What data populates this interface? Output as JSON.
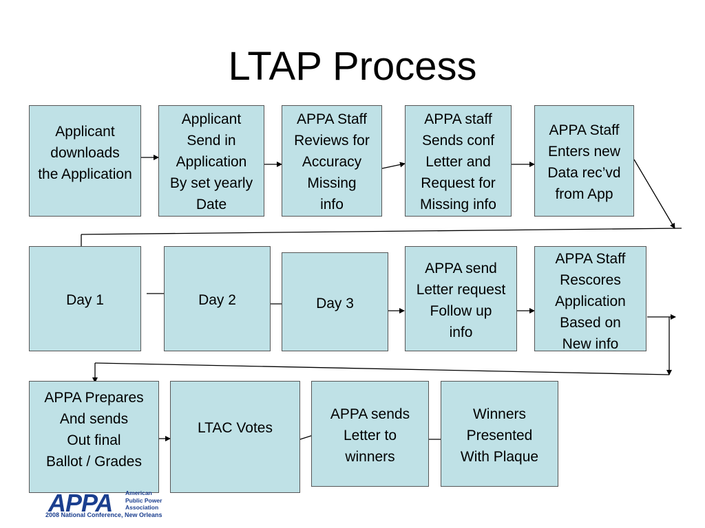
{
  "title": "LTAP Process",
  "rows": [
    [
      {
        "text": "Applicant\ndownloads\nthe Application"
      },
      {
        "text": "Applicant\nSend in\nApplication\nBy set yearly\nDate"
      },
      {
        "text": "APPA Staff\nReviews for\nAccuracy\nMissing\ninfo"
      },
      {
        "text": "APPA staff\nSends conf\nLetter and\nRequest for\nMissing info"
      },
      {
        "text": "APPA Staff\nEnters new\nData rec’vd\nfrom App"
      }
    ],
    [
      {
        "text": "Day 1"
      },
      {
        "text": "Day 2"
      },
      {
        "text": "Day 3"
      },
      {
        "text": "APPA send\nLetter request\nFollow up\ninfo"
      },
      {
        "text": "APPA Staff\nRescores\nApplication\nBased on\nNew info"
      }
    ],
    [
      {
        "text": "APPA Prepares\nAnd sends\nOut final\nBallot / Grades"
      },
      {
        "text": "LTAC Votes"
      },
      {
        "text": "APPA sends\nLetter to\nwinners"
      },
      {
        "text": "Winners\nPresented\nWith Plaque"
      }
    ]
  ],
  "logo": {
    "word": "APPA",
    "association": "American\nPublic Power\nAssociation",
    "conference": "2008 National Conference, New Orleans"
  },
  "colors": {
    "box_fill": "#bfe1e6",
    "box_border": "#555555",
    "arrow": "#000000",
    "logo": "#1b3f8f"
  }
}
